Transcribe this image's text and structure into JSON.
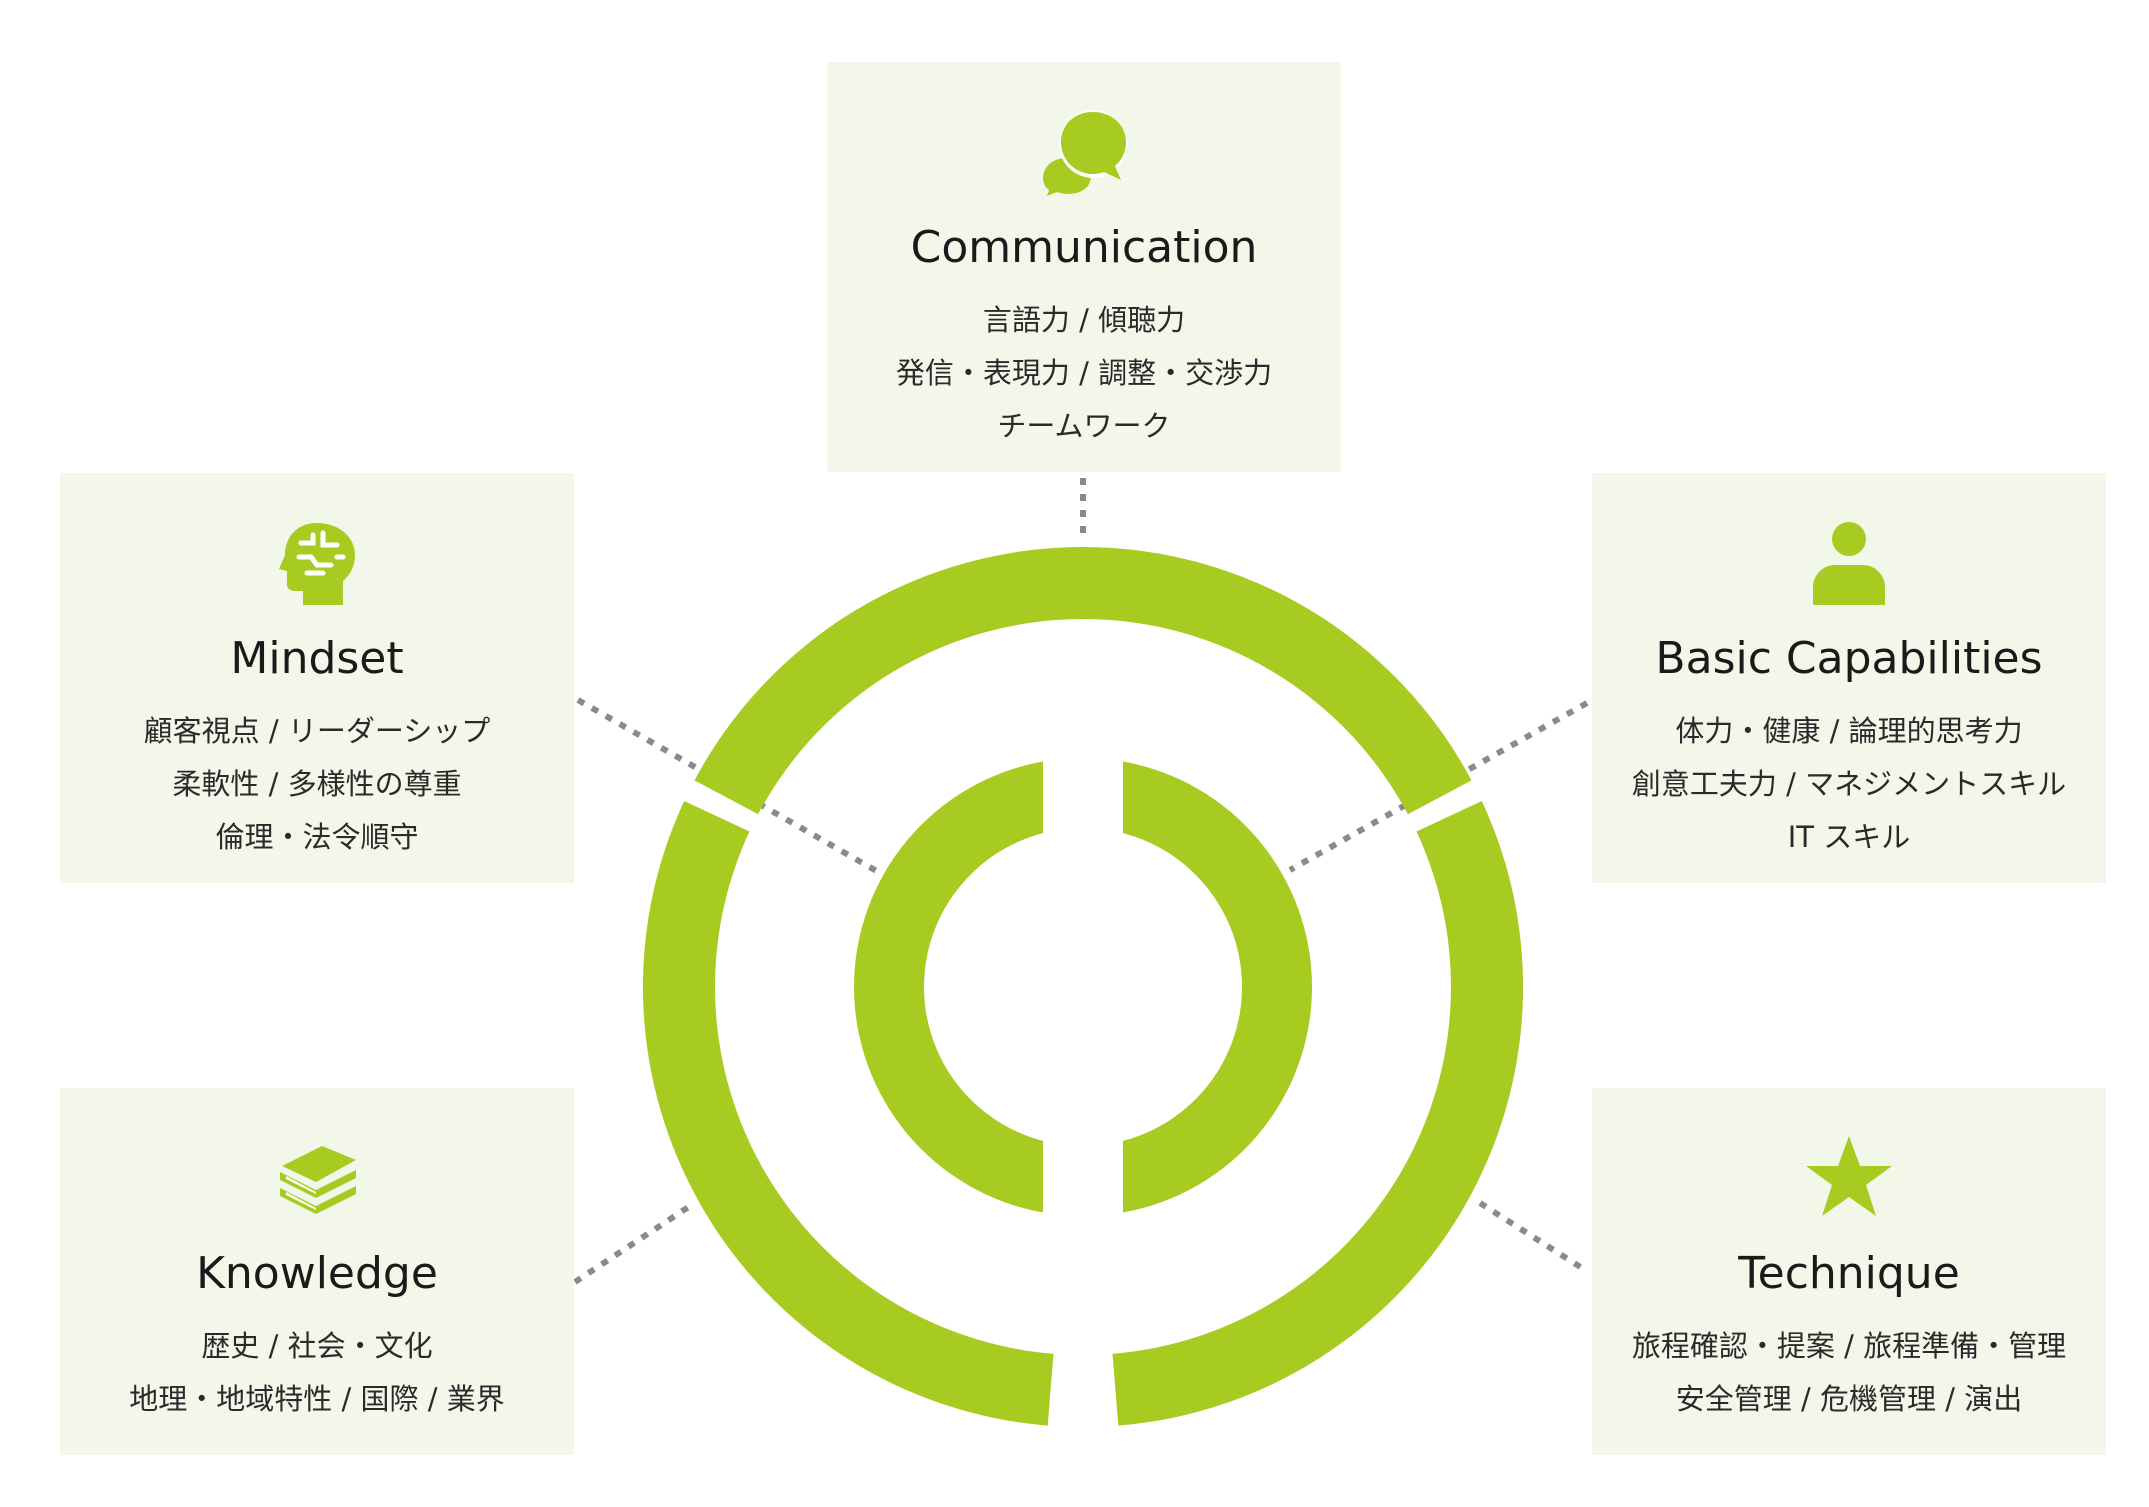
{
  "colors": {
    "accent": "#a8cb22",
    "card_bg": "#f3f7ea",
    "connector": "#8a8a8a"
  },
  "cards": {
    "communication": {
      "icon": "speech-bubbles-icon",
      "title": "Communication",
      "items": [
        "言語力 / 傾聴力",
        "発信・表現力 / 調整・交渉力",
        "チームワーク"
      ]
    },
    "mindset": {
      "icon": "brain-head-icon",
      "title": "Mindset",
      "items": [
        "顧客視点 / リーダーシップ",
        "柔軟性 / 多様性の尊重",
        "倫理・法令順守"
      ]
    },
    "basic": {
      "icon": "person-icon",
      "title": "Basic Capabilities",
      "items": [
        "体力・健康 / 論理的思考力",
        "創意工夫力 / マネジメントスキル",
        "IT スキル"
      ]
    },
    "knowledge": {
      "icon": "books-icon",
      "title": "Knowledge",
      "items": [
        "歴史 / 社会・文化",
        "地理・地域特性 / 国際 / 業界"
      ]
    },
    "technique": {
      "icon": "star-icon",
      "title": "Technique",
      "items": [
        "旅程確認・提案 / 旅程準備・管理",
        "安全管理 / 危機管理 / 演出"
      ]
    }
  }
}
